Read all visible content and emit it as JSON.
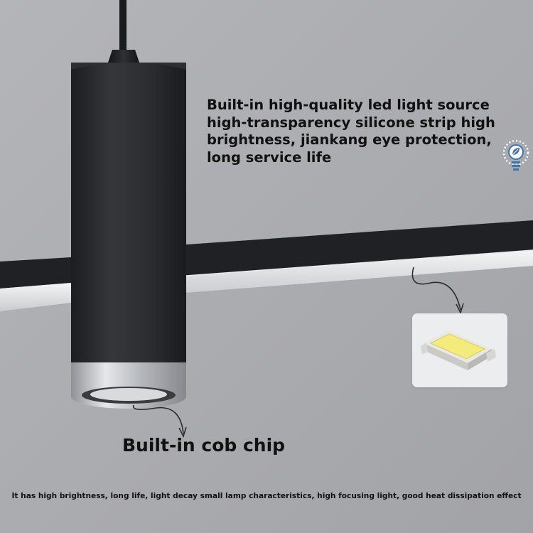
{
  "headline": {
    "lines": [
      "Built-in high-quality led light source",
      "high-transparency silicone strip high",
      "brightness, jiankang eye protection,",
      "long service life"
    ]
  },
  "cob_label": "Built-in cob chip",
  "footer_text": "It has high brightness, long life, light decay small lamp characteristics, high focusing light, good heat dissipation effect",
  "icons": {
    "eco_badge": "eco-lightbulb-icon",
    "chip": "smd-led-chip-icon"
  },
  "colors": {
    "background": "#a9aaad",
    "lamp_body": "#2a2c30",
    "rail": "#1f2124",
    "led_yellow": "#f3ec7a",
    "badge_blue": "#3f74b6"
  }
}
